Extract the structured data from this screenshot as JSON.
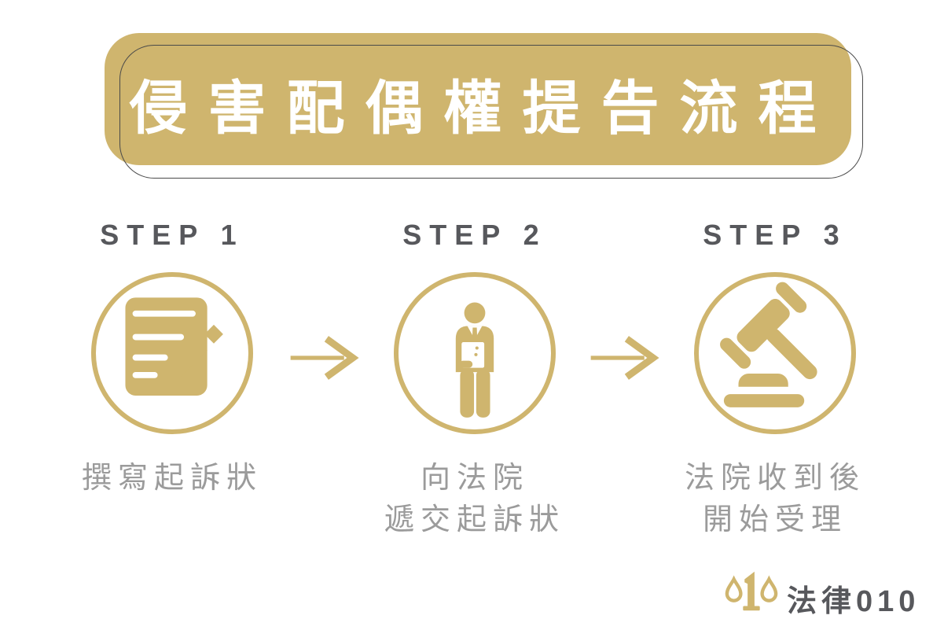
{
  "banner": {
    "title": "侵害配偶權提告流程"
  },
  "steps": [
    {
      "label": "STEP 1",
      "icon": "document-pencil-icon",
      "caption_lines": [
        "撰寫起訴狀"
      ]
    },
    {
      "label": "STEP 2",
      "icon": "person-with-document-icon",
      "caption_lines": [
        "向法院",
        "遞交起訴狀"
      ]
    },
    {
      "label": "STEP 3",
      "icon": "gavel-icon",
      "caption_lines": [
        "法院收到後",
        "開始受理"
      ]
    }
  ],
  "arrows": [
    "right-arrow",
    "right-arrow"
  ],
  "footer": {
    "brand": "法律010",
    "icon": "scale-logo-icon"
  },
  "colors": {
    "gold": "#CFB56E",
    "title_text": "#FFFFFF",
    "step_label": "#57585C",
    "caption_gray": "#9B9B9B",
    "banner_outline": "#4A4A4A",
    "background": "#FFFFFF"
  }
}
